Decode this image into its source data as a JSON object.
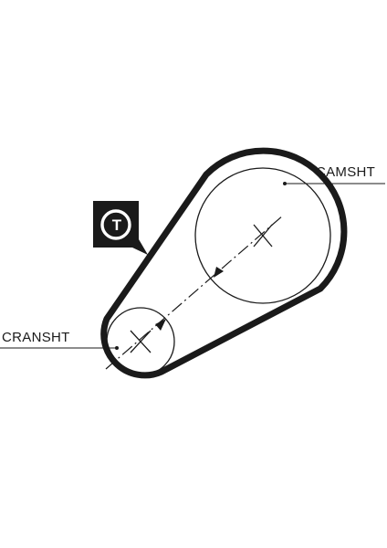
{
  "labels": {
    "camshaft": "CAMSHT",
    "crankshaft": "CRANSHT"
  },
  "tension_icon": {
    "letter": "T",
    "icon": "tension-speech-bubble-icon"
  },
  "colors": {
    "belt": "#1a1a1a",
    "background": "#ffffff",
    "badge": "#1a1a1a"
  }
}
